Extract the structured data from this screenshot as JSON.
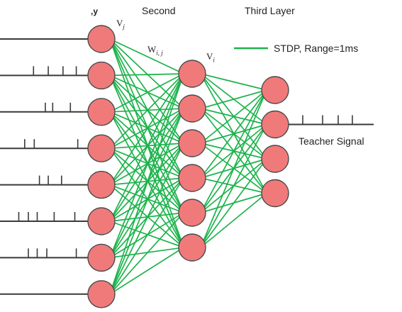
{
  "labels": {
    "first_layer_fragment": ",y",
    "second_layer": "Second",
    "third_layer": "Third Layer",
    "v_first_base": "V",
    "v_first_sub": "j",
    "w_base": "W",
    "w_sub": "i, j",
    "v_second_base": "V",
    "v_second_sub": "i",
    "legend": "STDP, Range=1ms",
    "teacher_signal": "Teacher Signal"
  },
  "network": {
    "layer_sizes": [
      8,
      6,
      4
    ],
    "input_spike_trains": [
      [],
      [
        0.32,
        0.52,
        0.72,
        0.9
      ],
      [
        0.48,
        0.58,
        0.82
      ],
      [
        0.2,
        0.33,
        0.92
      ],
      [
        0.4,
        0.52,
        0.7
      ],
      [
        0.12,
        0.25,
        0.37,
        0.6,
        0.88
      ],
      [
        0.25,
        0.37,
        0.5,
        0.9
      ],
      []
    ],
    "teacher_spike_train": [
      0.1,
      0.38,
      0.6,
      0.8
    ]
  },
  "colors": {
    "neuron_fill": "#f07a7a",
    "neuron_stroke": "#4a4a4a",
    "connection": "#1db34c",
    "signal_line": "#3a3a3a"
  }
}
